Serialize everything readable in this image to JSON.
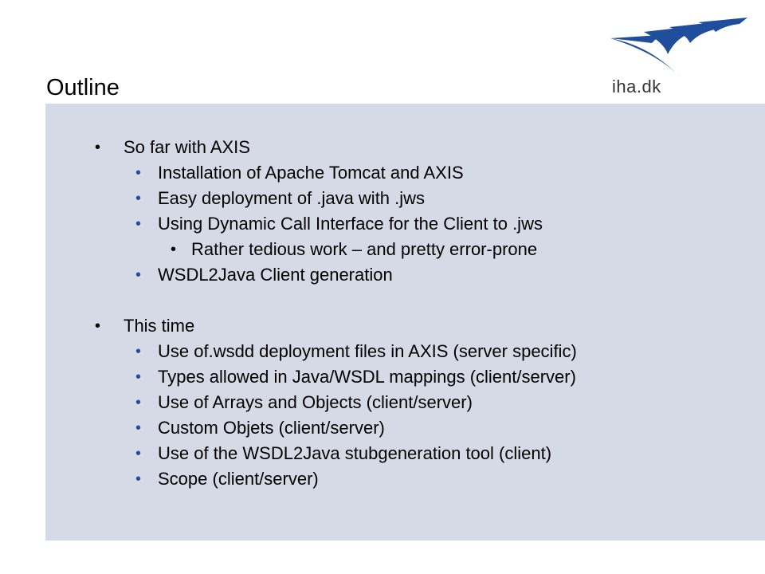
{
  "slide": {
    "title": "Outline",
    "logo_text": "iha.dk",
    "accent_color": "#1f4e9c",
    "panel_color": "#d6dae6"
  },
  "sections": [
    {
      "heading": "So far with AXIS",
      "items": [
        "Installation of Apache Tomcat and AXIS",
        "Easy deployment of .java with .jws",
        "Using Dynamic Call Interface for the Client to .jws",
        "Rather tedious work – and pretty error-prone",
        "WSDL2Java Client generation"
      ]
    },
    {
      "heading": "This time",
      "items": [
        "Use of.wsdd deployment files in AXIS (server specific)",
        "Types allowed in Java/WSDL mappings (client/server)",
        "Use of Arrays and Objects (client/server)",
        "Custom Objets (client/server)",
        "Use of the WSDL2Java stubgeneration tool (client)",
        "Scope (client/server)"
      ]
    }
  ]
}
